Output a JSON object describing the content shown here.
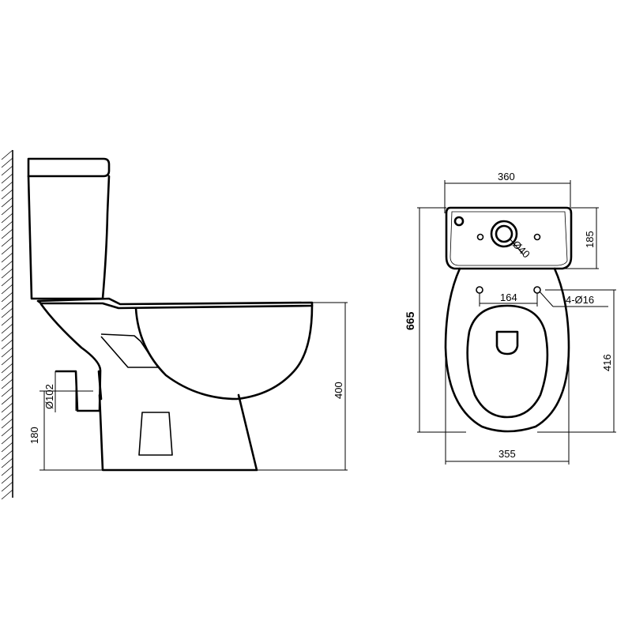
{
  "dimensions": {
    "tank_width": "360",
    "tank_depth": "185",
    "flush_hole": "Ø40",
    "total_length": "665",
    "bolt_spacing": "164",
    "bolt_holes": "4-Ø16",
    "bowl_length": "416",
    "bowl_width": "355",
    "rim_height": "400",
    "outlet_height": "180",
    "outlet_diameter": "Ø102"
  }
}
